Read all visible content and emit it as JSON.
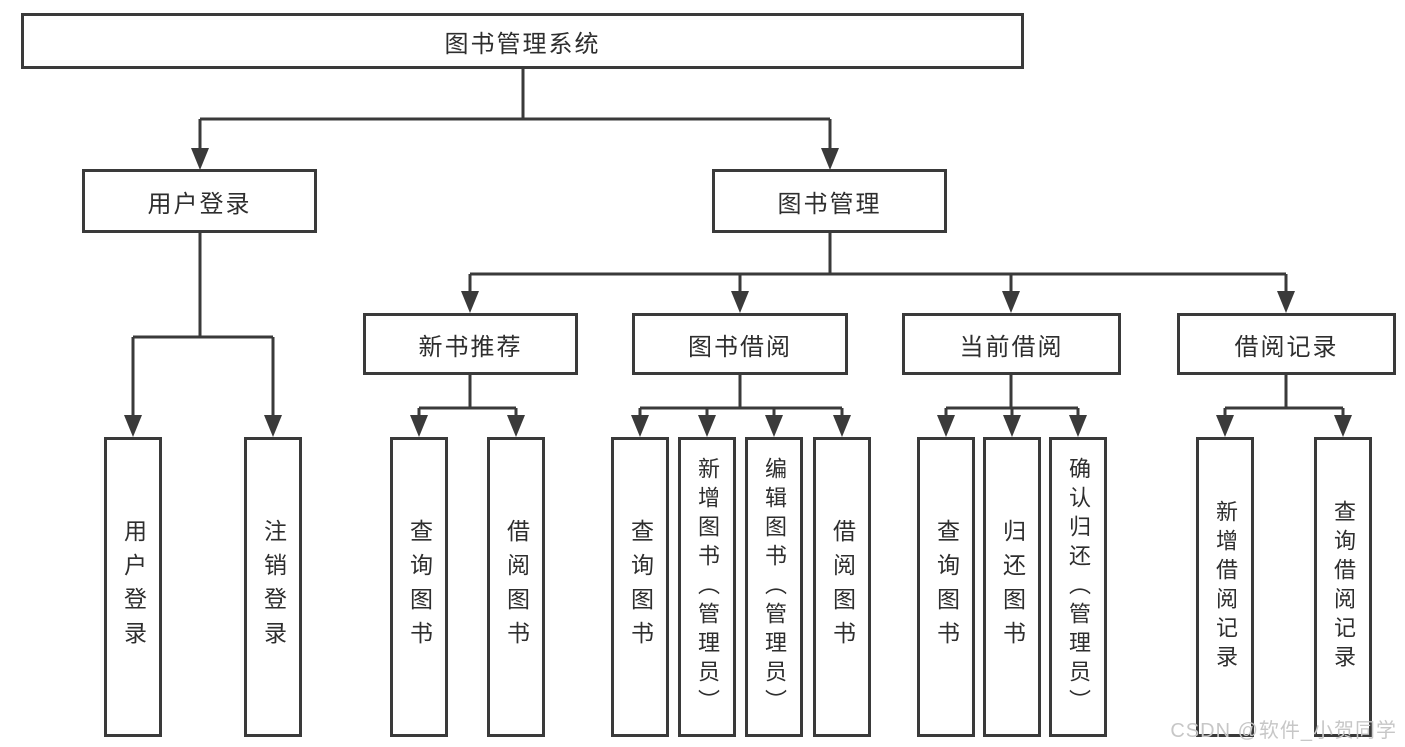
{
  "tree": {
    "root": {
      "label": "图书管理系统"
    },
    "branches": [
      {
        "label": "用户登录",
        "children": [
          {
            "label": "用户登录"
          },
          {
            "label": "注销登录"
          }
        ]
      },
      {
        "label": "图书管理",
        "children": [
          {
            "label": "新书推荐",
            "children": [
              {
                "label": "查询图书"
              },
              {
                "label": "借阅图书"
              }
            ]
          },
          {
            "label": "图书借阅",
            "children": [
              {
                "label": "查询图书"
              },
              {
                "label": "新增图书（管理员）"
              },
              {
                "label": "编辑图书（管理员）"
              },
              {
                "label": "借阅图书"
              }
            ]
          },
          {
            "label": "当前借阅",
            "children": [
              {
                "label": "查询图书"
              },
              {
                "label": "归还图书"
              },
              {
                "label": "确认归还（管理员）"
              }
            ]
          },
          {
            "label": "借阅记录",
            "children": [
              {
                "label": "新增借阅记录"
              },
              {
                "label": "查询借阅记录"
              }
            ]
          }
        ]
      }
    ]
  },
  "watermark": {
    "text": "CSDN @软件_小贺同学"
  },
  "colors": {
    "line": "#3a3a3a",
    "box_border": "#3a3a3a",
    "box_fill": "#ffffff",
    "text": "#2e2e2e",
    "watermark": "#c7c7c7",
    "background": "#ffffff"
  }
}
